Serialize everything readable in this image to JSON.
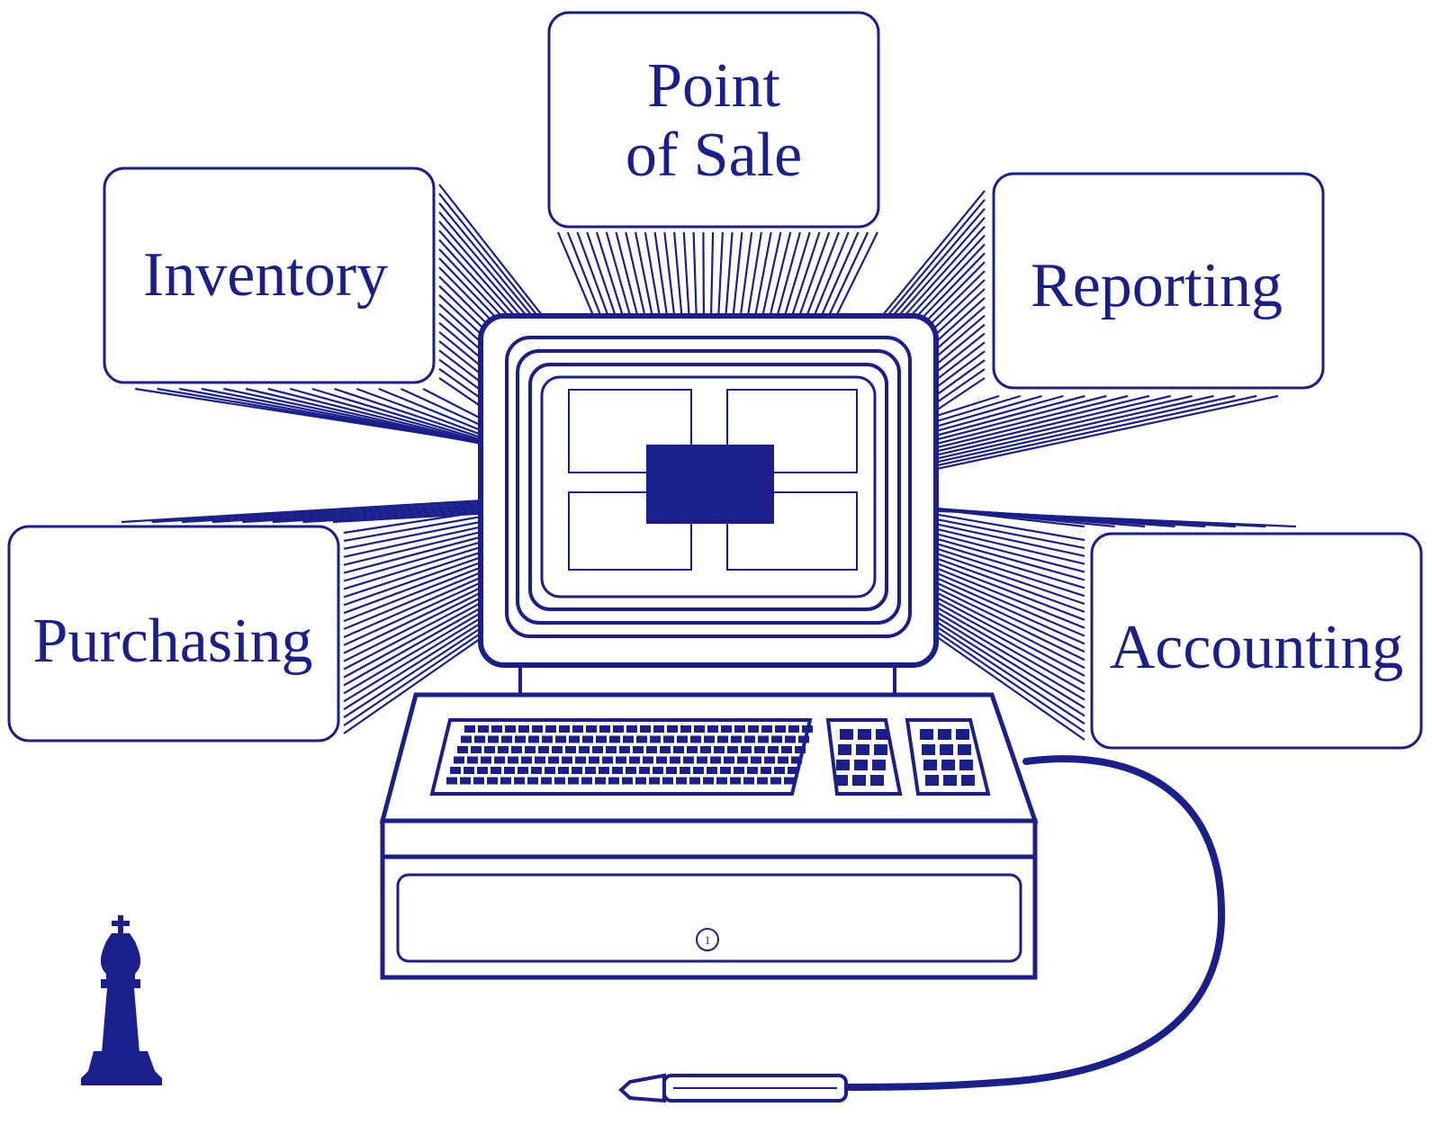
{
  "colors": {
    "ink": "#1a1f8c",
    "background": "#ffffff"
  },
  "modules": {
    "point_of_sale": {
      "line1": "Point",
      "line2": "of Sale"
    },
    "inventory": {
      "label": "Inventory"
    },
    "reporting": {
      "label": "Reporting"
    },
    "purchasing": {
      "label": "Purchasing"
    },
    "accounting": {
      "label": "Accounting"
    }
  },
  "cash_drawer": {
    "lock_label": "1"
  },
  "icons": {
    "chess_king": "chess-king-icon",
    "barcode_wand": "barcode-wand-icon",
    "computer_terminal": "computer-terminal-icon"
  }
}
